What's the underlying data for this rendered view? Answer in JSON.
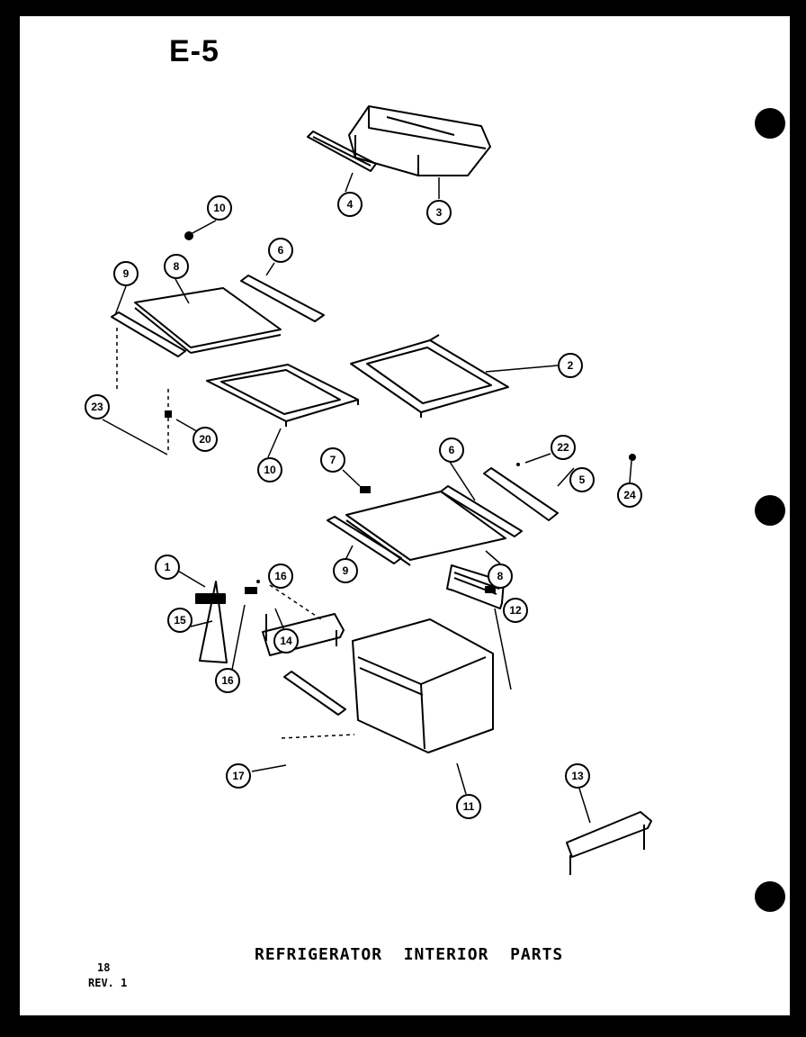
{
  "page": {
    "code": "E-5",
    "caption": "REFRIGERATOR  INTERIOR  PARTS",
    "page_number": "18",
    "revision": "REV. 1"
  },
  "callouts": [
    {
      "id": "c-1",
      "label": "1"
    },
    {
      "id": "c-2",
      "label": "2"
    },
    {
      "id": "c-3",
      "label": "3"
    },
    {
      "id": "c-4",
      "label": "4"
    },
    {
      "id": "c-5",
      "label": "5"
    },
    {
      "id": "c-6a",
      "label": "6"
    },
    {
      "id": "c-6b",
      "label": "6"
    },
    {
      "id": "c-7",
      "label": "7"
    },
    {
      "id": "c-8a",
      "label": "8"
    },
    {
      "id": "c-8b",
      "label": "8"
    },
    {
      "id": "c-9a",
      "label": "9"
    },
    {
      "id": "c-9b",
      "label": "9"
    },
    {
      "id": "c-10a",
      "label": "10"
    },
    {
      "id": "c-10b",
      "label": "10"
    },
    {
      "id": "c-11",
      "label": "11"
    },
    {
      "id": "c-12",
      "label": "12"
    },
    {
      "id": "c-13",
      "label": "13"
    },
    {
      "id": "c-14",
      "label": "14"
    },
    {
      "id": "c-15",
      "label": "15"
    },
    {
      "id": "c-16a",
      "label": "16"
    },
    {
      "id": "c-16b",
      "label": "16"
    },
    {
      "id": "c-17",
      "label": "17"
    },
    {
      "id": "c-20",
      "label": "20"
    },
    {
      "id": "c-22",
      "label": "22"
    },
    {
      "id": "c-23",
      "label": "23"
    },
    {
      "id": "c-24",
      "label": "24"
    }
  ]
}
